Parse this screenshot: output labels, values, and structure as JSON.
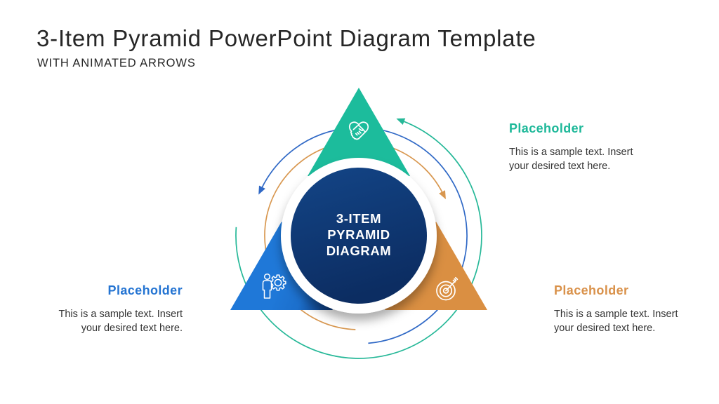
{
  "slide": {
    "title": "3-Item Pyramid PowerPoint Diagram Template",
    "subtitle": "WITH ANIMATED ARROWS"
  },
  "diagram": {
    "center_label": {
      "line1": "3-ITEM",
      "line2": "PYRAMID",
      "line3": "DIAGRAM"
    }
  },
  "items": [
    {
      "heading": "Placeholder",
      "body_line1": "This is a sample text. Insert",
      "body_line2": "your desired text here.",
      "color": "#1DB899",
      "icon": "handshake-heart-icon"
    },
    {
      "heading": "Placeholder",
      "body_line1": "This is a sample text. Insert",
      "body_line2": "your desired text here.",
      "color": "#2474D2",
      "icon": "person-gear-icon"
    },
    {
      "heading": "Placeholder",
      "body_line1": "This is a sample text. Insert",
      "body_line2": "your desired text here.",
      "color": "#D9914A",
      "icon": "target-arrow-icon"
    }
  ],
  "colors": {
    "teal_triangle": "#1CBC9C",
    "blue_triangle": "#1F78D8",
    "orange_triangle": "#DA8F42",
    "navy_circle": "#0F3A78",
    "teal_arrow": "#26B898",
    "blue_arrow": "#3069C6",
    "orange_arrow": "#D8974F",
    "ring": "#FFFFFF",
    "icon": "#FFFFFF"
  }
}
